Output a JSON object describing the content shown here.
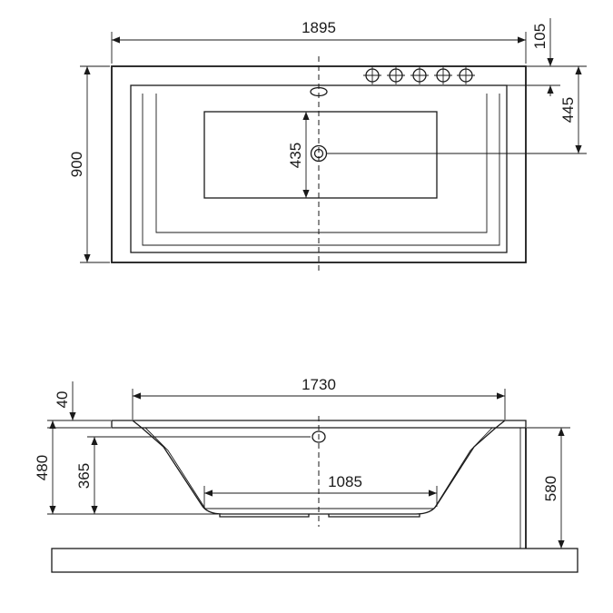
{
  "top_view": {
    "overall_length": "1895",
    "overall_width": "900",
    "rim_offset": "105",
    "drain_offset": "445",
    "inner_offset": "435",
    "tap_holes": 5
  },
  "side_view": {
    "top_length": "1730",
    "rim_height": "40",
    "overall_height": "480",
    "inner_depth": "365",
    "bottom_length": "1085",
    "leg_height": "580"
  }
}
